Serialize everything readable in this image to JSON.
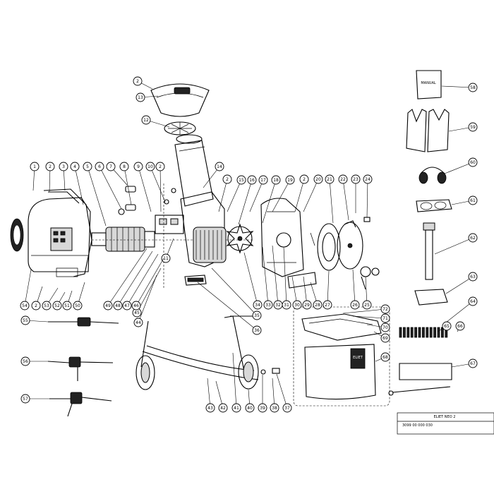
{
  "title_block": {
    "model": "ELIET NEO 2",
    "row2": "3099 00 000 030"
  },
  "labels": {
    "manual": "MANUAL",
    "bag_brand": "ELIET"
  },
  "highlighted_callout": "53",
  "callouts": [
    "1",
    "2",
    "3",
    "4",
    "5",
    "6",
    "7",
    "8",
    "9",
    "10",
    "11",
    "12",
    "13",
    "14",
    "15",
    "16",
    "17",
    "18",
    "19",
    "20",
    "21",
    "22",
    "23",
    "24",
    "25",
    "26",
    "27",
    "28",
    "29",
    "30",
    "31",
    "32",
    "33",
    "34",
    "35",
    "36",
    "37",
    "38",
    "39",
    "40",
    "41",
    "42",
    "43",
    "44",
    "45",
    "46",
    "47",
    "48",
    "49",
    "50",
    "51",
    "52",
    "53",
    "54",
    "55",
    "56",
    "57",
    "58",
    "59",
    "60",
    "61",
    "62",
    "63",
    "64",
    "65",
    "66",
    "67",
    "68",
    "69",
    "70",
    "71",
    "72"
  ],
  "colors": {
    "highlight": "#ffff66",
    "line": "#000000",
    "background": "#ffffff"
  }
}
